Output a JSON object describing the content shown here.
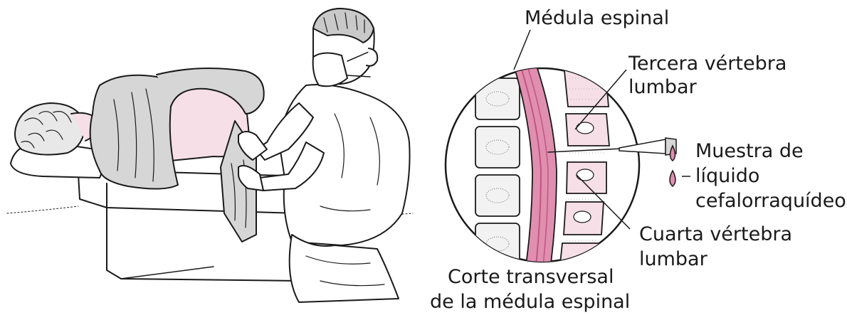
{
  "labels": {
    "spinal_cord": "Médula espinal",
    "third_vertebra_line1": "Tercera vértebra",
    "third_vertebra_line2": "lumbar",
    "sample_line1": "Muestra de",
    "sample_line2": "líquido",
    "sample_line3": "cefalorraquídeo",
    "fourth_vertebra_line1": "Cuarta vértebra",
    "fourth_vertebra_line2": "lumbar",
    "cross_section_line1": "Corte transversal",
    "cross_section_line2": "de la médula espinal"
  },
  "colors": {
    "skin_pink": "#f6dfe6",
    "cord_pink": "#e08fb0",
    "cord_dark": "#c2557f",
    "blanket_gray": "#d6d6d6",
    "outline": "#1a1a1a"
  }
}
